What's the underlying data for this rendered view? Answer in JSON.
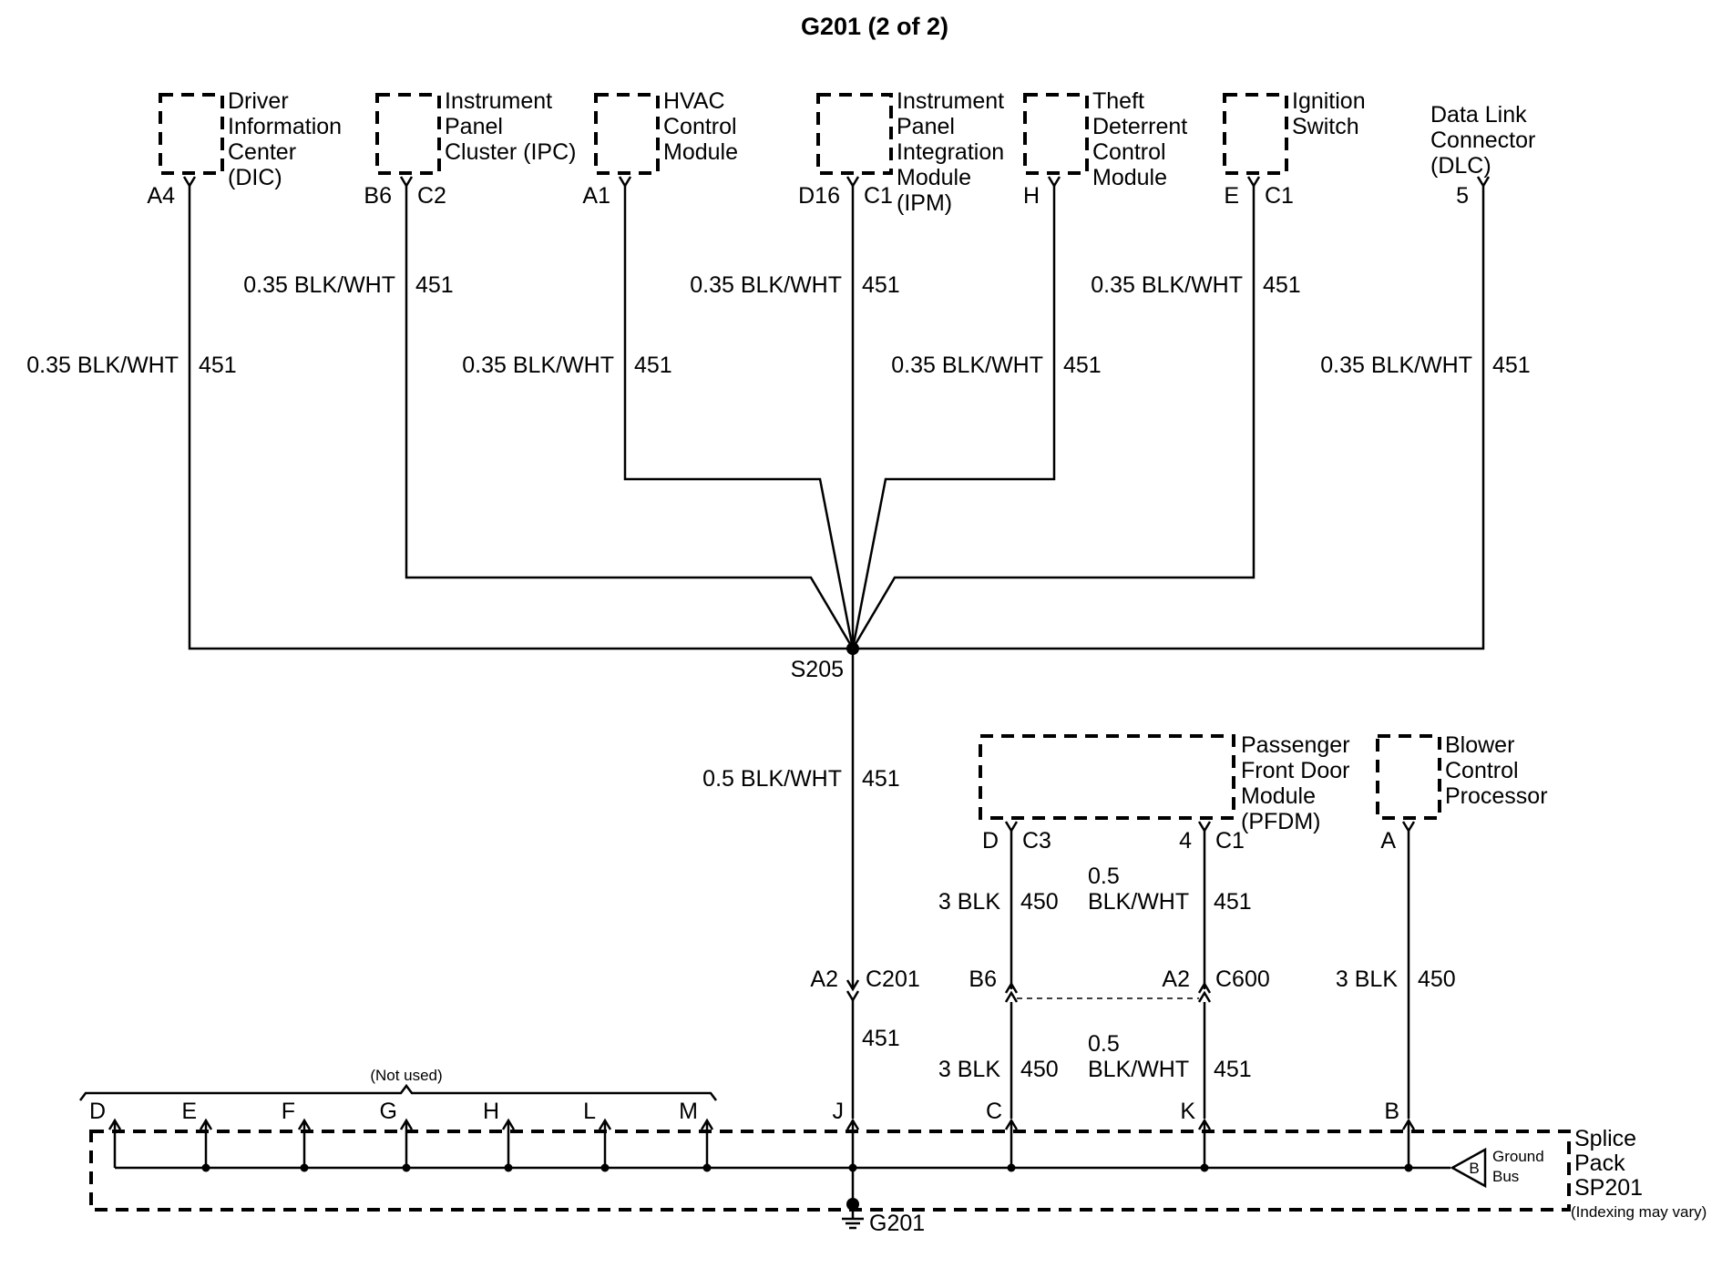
{
  "title": "G201 (2 of 2)",
  "modules": {
    "dic": [
      "Driver",
      "Information",
      "Center",
      "(DIC)"
    ],
    "ipc": [
      "Instrument",
      "Panel",
      "Cluster (IPC)"
    ],
    "hvac": [
      "HVAC",
      "Control",
      "Module"
    ],
    "ipm": [
      "Instrument",
      "Panel",
      "Integration",
      "Module",
      "(IPM)"
    ],
    "theft": [
      "Theft",
      "Deterrent",
      "Control",
      "Module"
    ],
    "ignition": [
      "Ignition",
      "Switch"
    ],
    "dlc": [
      "Data Link",
      "Connector",
      "(DLC)"
    ],
    "pfdm": [
      "Passenger",
      "Front Door",
      "Module",
      "(PFDM)"
    ],
    "blower": [
      "Blower",
      "Control",
      "Processor"
    ],
    "splice_pack": [
      "Splice",
      "Pack",
      "SP201"
    ],
    "splice_note": "(Indexing may vary)"
  },
  "pins": {
    "dic_pin": "A4",
    "ipc_pin": "B6",
    "ipc_conn": "C2",
    "hvac_pin": "A1",
    "ipm_pin": "D16",
    "ipm_conn": "C1",
    "theft_pin": "H",
    "ign_pin": "E",
    "ign_conn": "C1",
    "dlc_pin": "5",
    "pfdm_pin1": "D",
    "pfdm_conn1": "C3",
    "pfdm_pin2": "4",
    "pfdm_conn2": "C1",
    "blower_pin": "A",
    "c201_pin": "A2",
    "c201": "C201",
    "c600_pin_a": "B6",
    "c600_pin_b": "A2",
    "c600": "C600",
    "sp_pins": [
      "D",
      "E",
      "F",
      "G",
      "H",
      "L",
      "M",
      "J",
      "C",
      "K",
      "B"
    ]
  },
  "wires": {
    "size_color_035": "0.35 BLK/WHT",
    "circuit_451": "451",
    "size_color_05": "0.5 BLK/WHT",
    "size_05": "0.5",
    "color_blkwht": "BLK/WHT",
    "size_color_3blk": "3 BLK",
    "circuit_450": "450"
  },
  "labels": {
    "splice": "S205",
    "ground": "G201",
    "not_used": "(Not used)",
    "ground_bus": [
      "Ground",
      "Bus"
    ],
    "ground_bus_letter": "B"
  }
}
